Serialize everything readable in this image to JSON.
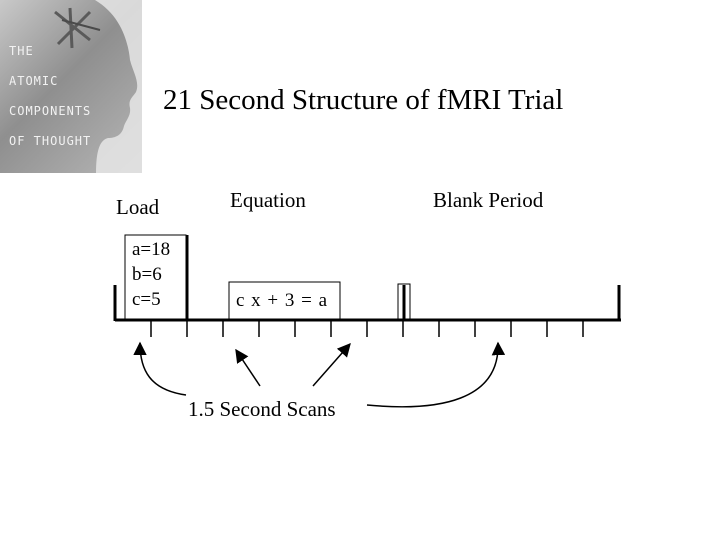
{
  "logo": {
    "lines": [
      "THE",
      "ATOMIC",
      "COMPONENTS",
      "OF THOUGHT"
    ]
  },
  "title": "21 Second Structure of fMRI Trial",
  "phases": {
    "load": "Load",
    "equation": "Equation",
    "blank": "Blank Period"
  },
  "load_box": {
    "lines": [
      "a=18",
      "b=6",
      "c=5"
    ]
  },
  "equation_box": {
    "text": "c x + 3 = a"
  },
  "scans_label": "1.5 Second Scans"
}
